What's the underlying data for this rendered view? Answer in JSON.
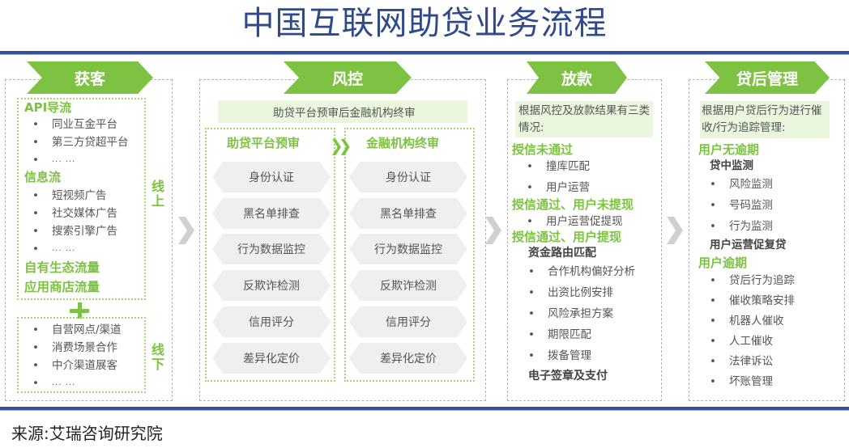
{
  "title": "中国互联网助贷业务流程",
  "source": "来源:艾瑞咨询研究院",
  "colors": {
    "accent_green": "#7dc242",
    "title_blue": "#2f4a8a",
    "rule_blue": "#34509a",
    "hex_gray": "#efefef"
  },
  "stages": [
    {
      "label": "获客",
      "online_label": "线上",
      "offline_label": "线下",
      "online_groups": [
        {
          "heading": "API导流",
          "items": [
            "同业互金平台",
            "第三方贷超平台",
            "... ..."
          ]
        },
        {
          "heading": "信息流",
          "items": [
            "短视频广告",
            "社交媒体广告",
            "搜索引擎广告",
            "... ..."
          ]
        },
        {
          "heading": "自有生态流量",
          "items": []
        },
        {
          "heading": "应用商店流量",
          "items": []
        }
      ],
      "plus_icon": "plus-icon",
      "offline_items": [
        "自营网点/渠道",
        "消费场景合作",
        "中介渠道展客",
        "... ..."
      ]
    },
    {
      "label": "风控",
      "note": "助贷平台预审后金融机构终审",
      "columns": [
        {
          "heading": "助贷平台预审",
          "steps": [
            "身份认证",
            "黑名单排查",
            "行为数据监控",
            "反欺诈检测",
            "信用评分",
            "差异化定价"
          ]
        },
        {
          "heading": "金融机构终审",
          "steps": [
            "身份认证",
            "黑名单排查",
            "行为数据监控",
            "反欺诈检测",
            "信用评分",
            "差异化定价"
          ]
        }
      ]
    },
    {
      "label": "放款",
      "note": "根据风控及放款结果有三类情况:",
      "groups": [
        {
          "heading": "授信未通过",
          "items": [
            "撞库匹配",
            "用户运营"
          ]
        },
        {
          "heading": "授信通过、用户未提现",
          "items": [
            "用户运营促提现"
          ]
        },
        {
          "heading": "授信通过、用户提现",
          "sub_heading": "资金路由匹配",
          "items": [
            "合作机构偏好分析",
            "出资比例安排",
            "风险承担方案",
            "期限匹配",
            "拨备管理"
          ],
          "footer": "电子签章及支付"
        }
      ]
    },
    {
      "label": "贷后管理",
      "note": "根据用户贷后行为进行催收/行为追踪管理:",
      "groups": [
        {
          "heading": "用户无逾期",
          "sub_heading": "贷中监测",
          "items": [
            "风险监测",
            "号码监测",
            "行为监测"
          ],
          "footer": "用户运营促复贷"
        },
        {
          "heading": "用户逾期",
          "items": [
            "贷后行为追踪",
            "催收策略安排",
            "机器人催收",
            "人工催收",
            "法律诉讼",
            "坏账管理"
          ]
        }
      ]
    }
  ]
}
